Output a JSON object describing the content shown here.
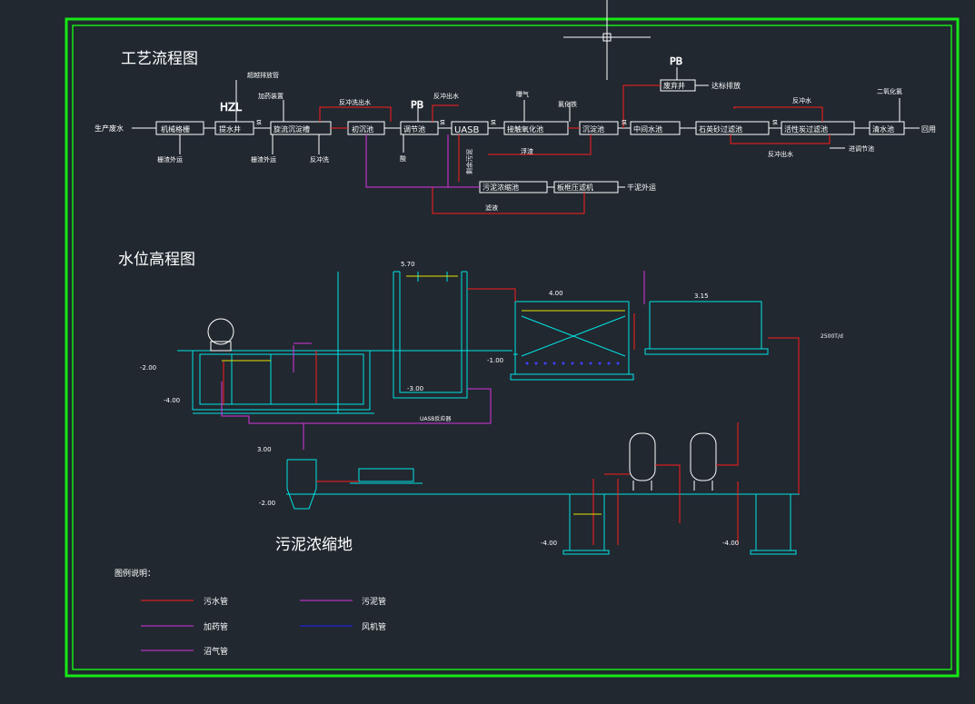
{
  "titles": {
    "process": "工艺流程图",
    "water_level": "水位高程图",
    "sludge": "污泥浓缩地"
  },
  "process": {
    "raw_water": "生产废水",
    "units": [
      "机械格栅",
      "提水井",
      "旋流沉淀槽",
      "初沉池",
      "调节池",
      "UASB",
      "接触氧化池",
      "沉淀池",
      "中间水池",
      "石英砂过滤池",
      "活性炭过滤池",
      "清水池"
    ],
    "reuse": "回用",
    "sludge_thicken": "污泥浓缩池",
    "filter_press": "板框压滤机",
    "dry_sludge": "干泥外运",
    "disinfect": "废弃井",
    "discharge": "达标排放",
    "labels": {
      "bypass": "超越排放管",
      "dosing_pump": "加药装置",
      "backwash_out_1": "反冲洗出水",
      "backwash_out_2": "反冲出水",
      "aeration": "曝气",
      "ferric": "氯化铁",
      "backwash": "反冲水",
      "chlorine_dioxide": "二氧化氯",
      "grit_out": "栅渣外运",
      "sand_out": "栅渣外运",
      "backwash_in": "反冲洗",
      "acid": "酸",
      "sludge_waste": "剩余污泥",
      "scum": "浮渣",
      "filtrate": "滤液",
      "backwash_water_out": "反冲出水",
      "to_regulating": "进调节池",
      "tag_hzl": "HZL",
      "tag_pb1": "PB",
      "tag_pb2": "PB",
      "tag_water_a": "泵",
      "tag_water_b": "泵",
      "tag_water_c": "泵",
      "tag_water_d": "泵",
      "tag_water_e": "泵"
    }
  },
  "elevation": {
    "levels": [
      "5.70",
      "4.00",
      "3.15",
      "-2.00",
      "-4.00",
      "-3.00",
      "-1.00",
      "3.00",
      "-2.00",
      "-4.00",
      "-4.00"
    ],
    "flow_rate": "2500T/d",
    "uasb": "UASB反应器"
  },
  "legend": {
    "title": "图例说明：",
    "items": [
      {
        "name": "污水管",
        "color": "#ff1c1c"
      },
      {
        "name": "污泥管",
        "color": "#d633e0"
      },
      {
        "name": "加药管",
        "color": "#d633e0"
      },
      {
        "name": "风机管",
        "color": "#2020ff"
      },
      {
        "name": "沼气管",
        "color": "#d633e0"
      }
    ]
  }
}
